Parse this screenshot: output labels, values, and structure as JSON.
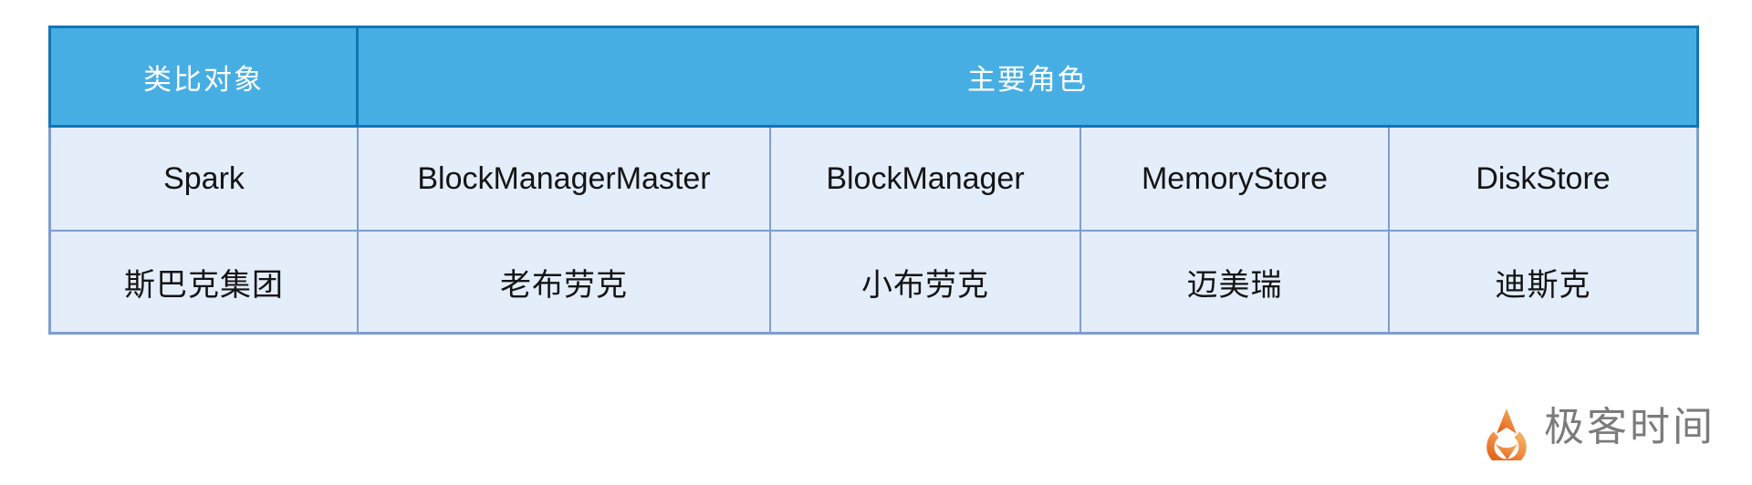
{
  "chart_data": {
    "type": "table",
    "header_row": [
      {
        "label": "类比对象",
        "colspan": 1
      },
      {
        "label": "主要角色",
        "colspan": 4
      }
    ],
    "rows": [
      [
        "Spark",
        "BlockManagerMaster",
        "BlockManager",
        "MemoryStore",
        "DiskStore"
      ],
      [
        "斯巴克集团",
        "老布劳克",
        "小布劳克",
        "迈美瑞",
        "迪斯克"
      ]
    ],
    "layout": {
      "header_bg": "#47AEE4",
      "header_text_color": "#FFFFFF",
      "body_bg": "#E4EDFA",
      "body_text_color": "#141414",
      "header_border_color": "#1374B4",
      "body_border_color": "#7F9DCE"
    }
  },
  "branding": {
    "logo_text": "极客时间",
    "logo_text_color": "#7B7B7B",
    "logo_orange_light": "#F7AC61",
    "logo_orange_dark": "#E35F17"
  }
}
